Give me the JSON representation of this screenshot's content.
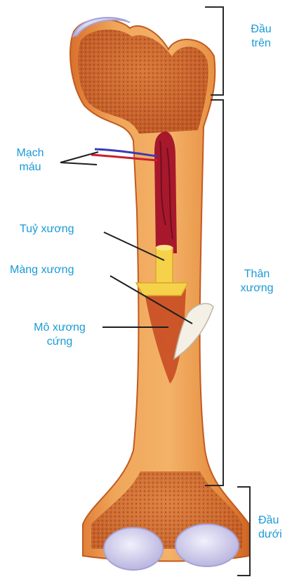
{
  "colors": {
    "label": "#1a9ad6",
    "bracket": "#2a2a2a",
    "bone_outer": "#e8893a",
    "bone_light": "#f3b061",
    "spongy": "#c8602a",
    "marrow_red": "#a8182c",
    "marrow_yellow": "#f6d24a",
    "cartilage": "#c9c6e8",
    "leader": "#1e1e1e",
    "vessel_red": "#c8202c",
    "vessel_blue": "#3a3ab8"
  },
  "labels": {
    "head_top": "Đầu",
    "head_top_2": "trên",
    "shaft": "Thân",
    "shaft_2": "xương",
    "head_bottom": "Đầu",
    "head_bottom_2": "dưới",
    "vessel": "Mạch",
    "vessel_2": "máu",
    "marrow": "Tuỷ xương",
    "periosteum": "Màng xương",
    "compact": "Mô xương",
    "compact_2": "cứng"
  }
}
